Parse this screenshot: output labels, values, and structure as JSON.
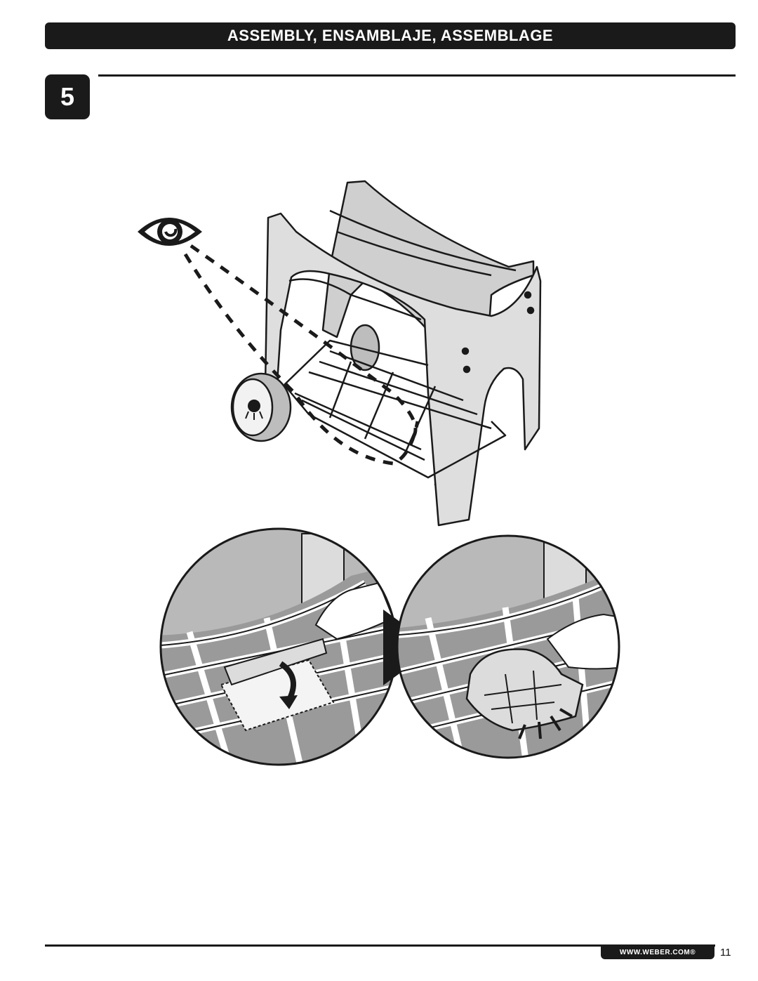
{
  "header": {
    "title": "ASSEMBLY, ENSAMBLAJE, ASSEMBLAGE"
  },
  "step": {
    "number": "5"
  },
  "icons": {
    "eye": "eye-icon",
    "arrow": "right-arrow-icon",
    "weber_logo": "weber-kettle-logo-icon"
  },
  "footer": {
    "website": "WWW.WEBER.COM®",
    "page_number": "11"
  },
  "colors": {
    "ink": "#1a1a1a",
    "tint": "#c9c9c9",
    "paper": "#ffffff"
  }
}
